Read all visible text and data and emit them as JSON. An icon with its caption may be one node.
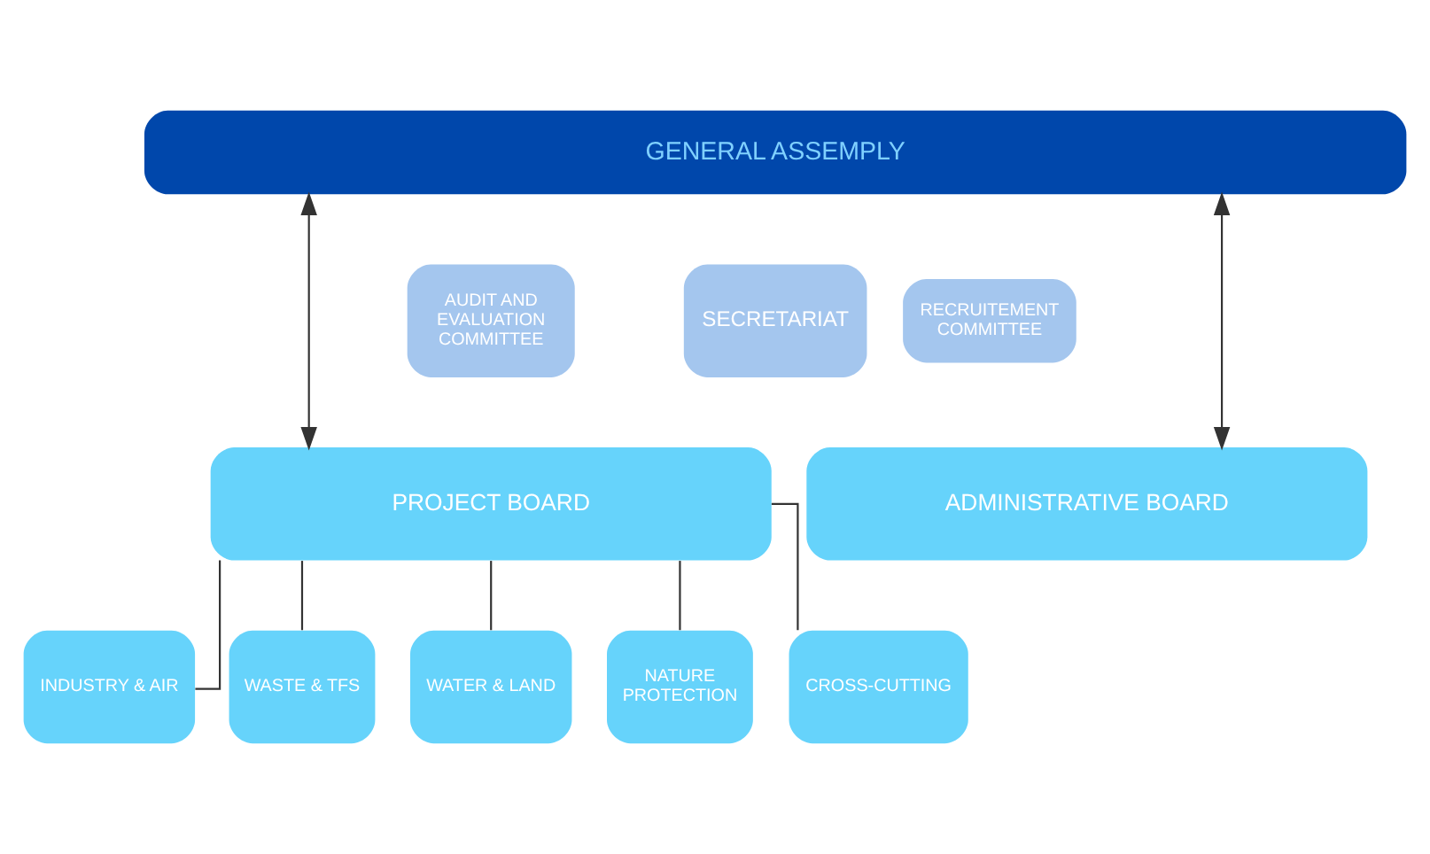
{
  "diagram": {
    "nodes": [
      {
        "text": [
          "GENERAL ASSEMPLY"
        ]
      },
      {
        "text": [
          "AUDIT AND EVALUATION COMMITTEE"
        ]
      },
      {
        "text": [
          "SECRETARIAT"
        ]
      },
      {
        "text": [
          "RECRUITEMENT COMMITTEE"
        ]
      },
      {
        "text": [
          "PROJECT BOARD"
        ]
      },
      {
        "text": [
          "ADMINISTRATIVE BOARD"
        ]
      },
      {
        "text": [
          "INDUSTRY & AIR"
        ]
      },
      {
        "text": [
          "WASTE & TFS"
        ]
      },
      {
        "text": [
          "WATER & LAND"
        ]
      },
      {
        "text": [
          "NATURE PROTECTION"
        ]
      },
      {
        "text": [
          "CROSS-CUTTING"
        ]
      }
    ],
    "edges": [
      {
        "from": 0,
        "to": 4,
        "arrow": "both"
      },
      {
        "from": 0,
        "to": 5,
        "arrow": "both"
      },
      {
        "from": 4,
        "to": 6,
        "arrow": "none"
      },
      {
        "from": 4,
        "to": 7,
        "arrow": "none"
      },
      {
        "from": 4,
        "to": 8,
        "arrow": "none"
      },
      {
        "from": 4,
        "to": 9,
        "arrow": "none"
      },
      {
        "from": 4,
        "to": 10,
        "arrow": "none"
      }
    ]
  }
}
